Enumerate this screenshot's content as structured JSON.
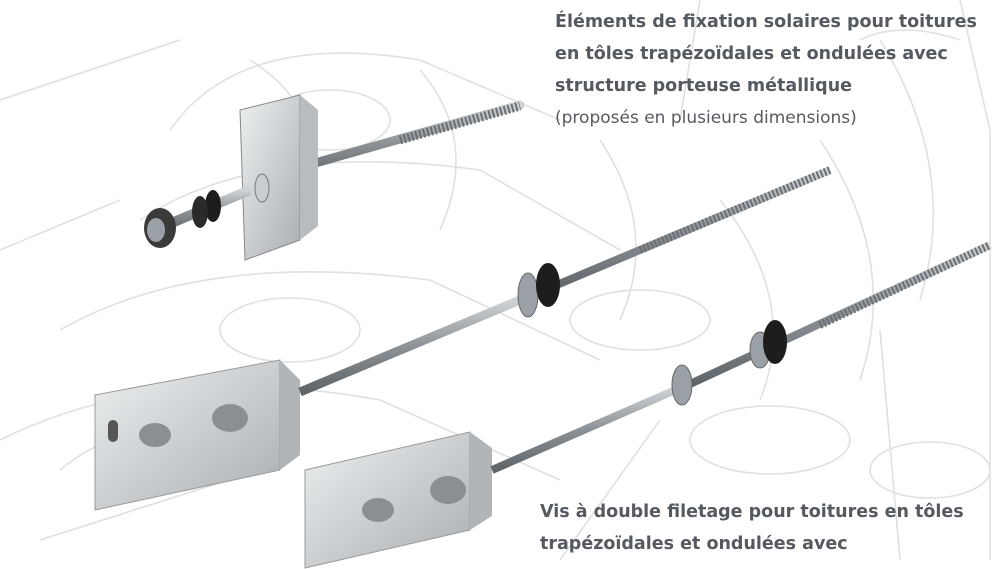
{
  "captions": {
    "top_title": "Éléments de fixation solaires pour toitures en tôles trapézoïdales et ondulées avec structure porteuse métallique",
    "top_subtitle": "(proposés en plusieurs dimensions)",
    "bottom_title": "Vis à double filetage pour toitures en tôles trapézoïdales et ondulées avec"
  },
  "colors": {
    "text": "#555a60",
    "sketch_lines": "#dcdcdc",
    "steel": "#9aa0a6",
    "gasket": "#1d1d1d"
  },
  "products": [
    "hanger-bolt-with-clamp",
    "double-thread-screw-with-bracket",
    "double-thread-screw-with-bracket"
  ]
}
